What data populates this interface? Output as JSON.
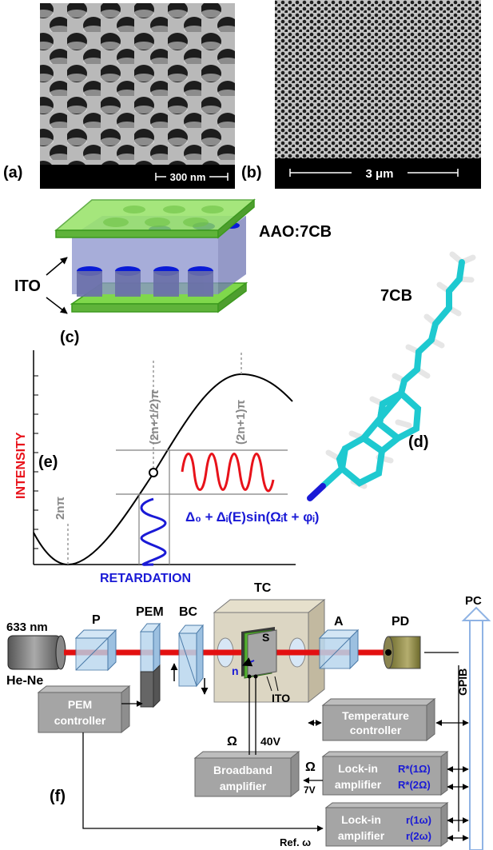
{
  "panels": {
    "a": {
      "label": "(a)",
      "scalebar": "300 nm"
    },
    "b": {
      "label": "(b)",
      "scalebar": "3 μm"
    },
    "c": {
      "label": "(c)",
      "sample": "AAO:7CB",
      "electrode": "ITO"
    },
    "d": {
      "label": "(d)",
      "molecule": "7CB"
    },
    "e": {
      "label": "(e)",
      "ylabel": "INTENSITY",
      "xlabel": "RETARDATION",
      "marks": [
        "2nπ",
        "(2n+1/2)π",
        "(2n+1)π"
      ],
      "formula": "Δ₀ + Δᵢ(E)sin(Ωᵢt + φᵢ)"
    },
    "f": {
      "label": "(f)",
      "laser_wavelength": "633 nm",
      "laser": "He-Ne",
      "P": "P",
      "PEM": "PEM",
      "BC": "BC",
      "TC": "TC",
      "S": "S",
      "A": "A",
      "PD": "PD",
      "PC": "PC",
      "GPIB": "GPIB",
      "n": "n",
      "ITO": "ITO",
      "pem_controller": [
        "PEM",
        "controller"
      ],
      "temp_controller": [
        "Temperature",
        "controller"
      ],
      "broadband_amp": [
        "Broadband",
        "amplifier"
      ],
      "lockin1": [
        "Lock-in",
        "amplifier"
      ],
      "lockin2": [
        "Lock-in",
        "amplifier"
      ],
      "lockin1_outputs": [
        "R*(1Ω)",
        "R*(2Ω)"
      ],
      "lockin2_outputs": [
        "r(1ω)",
        "r(2ω)"
      ],
      "omega": "Ω",
      "voltage": "40V",
      "amp_gain": "7V",
      "ref": "Ref. ω"
    }
  },
  "colors": {
    "intensity": "#e8121a",
    "retardation": "#1a1ad6",
    "laser": "#e31010",
    "glass": "#7fd84b"
  }
}
